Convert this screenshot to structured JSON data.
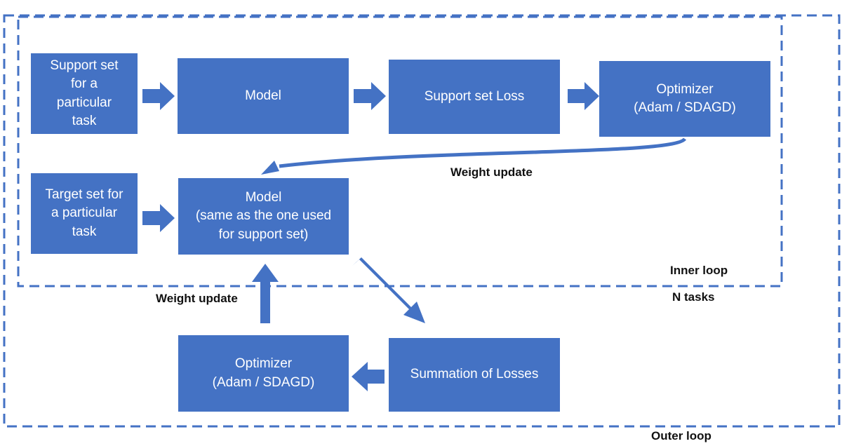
{
  "colors": {
    "box_fill": "#4472c4",
    "arrow": "#4472c4",
    "dashed_border": "#4472c4",
    "text": "#111111"
  },
  "boxes": {
    "support_set": "Support set\nfor a\nparticular\ntask",
    "model_top": "Model",
    "support_loss": "Support set Loss",
    "optimizer_top": "Optimizer\n(Adam / SDAGD)",
    "target_set": "Target set for\na particular\ntask",
    "model_target": "Model\n(same as the one used\nfor support set)",
    "optimizer_bottom": "Optimizer\n(Adam / SDAGD)",
    "summation": "Summation of Losses"
  },
  "labels": {
    "weight_update_inner": "Weight update",
    "weight_update_outer": "Weight update",
    "inner_loop": "Inner loop",
    "n_tasks": "N tasks",
    "outer_loop": "Outer loop"
  }
}
